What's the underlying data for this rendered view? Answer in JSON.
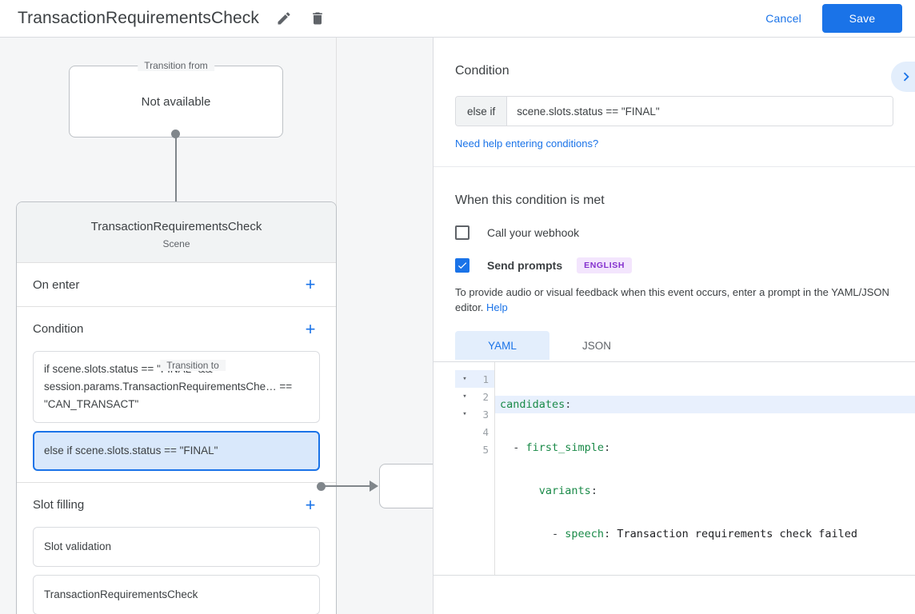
{
  "header": {
    "title": "TransactionRequirementsCheck",
    "edit_icon": "pencil-icon",
    "delete_icon": "trash-icon",
    "cancel_label": "Cancel",
    "save_label": "Save",
    "accent_color": "#1a73e8"
  },
  "canvas": {
    "transition_from": {
      "legend": "Transition from",
      "value": "Not available"
    },
    "transition_to": {
      "legend": "Transition to",
      "title": "TransactionRequirementsCheck",
      "subtitle": "Scene",
      "sections": [
        {
          "title": "On enter",
          "add_label": "+",
          "items": []
        },
        {
          "title": "Condition",
          "add_label": "+",
          "items": [
            {
              "text": "if scene.slots.status == \"FINAL\" && session.params.TransactionRequirementsChe… == \"CAN_TRANSACT\"",
              "selected": false
            },
            {
              "text": "else if scene.slots.status == \"FINAL\"",
              "selected": true
            }
          ]
        },
        {
          "title": "Slot filling",
          "add_label": "+",
          "items": [
            {
              "text": "Slot validation",
              "selected": false
            },
            {
              "text": "TransactionRequirementsCheck",
              "selected": false
            }
          ]
        }
      ]
    }
  },
  "panel": {
    "condition": {
      "heading": "Condition",
      "expand_icon": "chevron-right-icon",
      "prefix": "else if",
      "expression": "scene.slots.status == \"FINAL\"",
      "help_link": "Need help entering conditions?"
    },
    "when_met": {
      "heading": "When this condition is met",
      "webhook": {
        "label": "Call your webhook",
        "checked": false
      },
      "prompts": {
        "label": "Send prompts",
        "checked": true,
        "badge": "ENGLISH",
        "badge_bg": "#f3e5fd",
        "badge_color": "#8430ce"
      },
      "description_before": "To provide audio or visual feedback when this event occurs, enter a prompt in the YAML/JSON editor. ",
      "description_link": "Help"
    },
    "editor": {
      "tabs": [
        {
          "label": "YAML",
          "active": true
        },
        {
          "label": "JSON",
          "active": false
        }
      ],
      "lines": [
        {
          "no": "1",
          "fold": "▾",
          "active": true,
          "indent": "",
          "key": "candidates",
          "colon": ":",
          "value": ""
        },
        {
          "no": "2",
          "fold": "▾",
          "active": false,
          "indent": "  - ",
          "key": "first_simple",
          "colon": ":",
          "value": ""
        },
        {
          "no": "3",
          "fold": "▾",
          "active": false,
          "indent": "      ",
          "key": "variants",
          "colon": ":",
          "value": ""
        },
        {
          "no": "4",
          "fold": "",
          "active": false,
          "indent": "        - ",
          "key": "speech",
          "colon": ":",
          "value": " Transaction requirements check failed"
        },
        {
          "no": "5",
          "fold": "",
          "active": false,
          "indent": "",
          "key": "",
          "colon": "",
          "value": ""
        }
      ]
    }
  }
}
